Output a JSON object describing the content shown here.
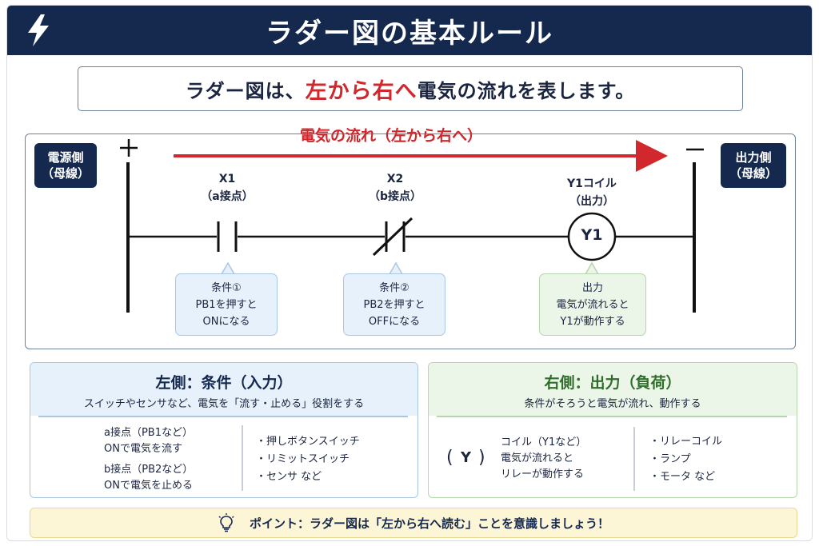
{
  "header": {
    "title": "ラダー図の基本ルール"
  },
  "lead": {
    "prefix": "ラダー図は、",
    "highlight": "左から右へ",
    "suffix": "電気の流れを表します。"
  },
  "diagram": {
    "flow_label": "電気の流れ（左から右へ）",
    "left_rail": {
      "name": "電源側",
      "sub": "（母線）",
      "sign": "+"
    },
    "right_rail": {
      "name": "出力側",
      "sub": "（母線）",
      "sign": "−"
    },
    "elements": [
      {
        "id": "X1",
        "type_label": "（a接点）",
        "bubble": [
          "条件①",
          "PB1を押すと",
          "ONになる"
        ]
      },
      {
        "id": "X2",
        "type_label": "（b接点）",
        "bubble": [
          "条件②",
          "PB2を押すと",
          "OFFになる"
        ]
      },
      {
        "id": "Y1コイル",
        "type_label": "（出力）",
        "symbol": "Y1",
        "bubble": [
          "出力",
          "電気が流れると",
          "Y1が動作する"
        ]
      }
    ]
  },
  "left_panel": {
    "title": "左側：条件（入力）",
    "subtitle": "スイッチやセンサなど、電気を「流す・止める」役割をする",
    "a_contact": {
      "line1": "a接点（PB1など）",
      "line2": "ONで電気を流す"
    },
    "b_contact": {
      "line1": "b接点（PB2など）",
      "line2": "ONで電気を止める"
    },
    "examples": [
      "・押しボタンスイッチ",
      "・リミットスイッチ",
      "・センサ など"
    ]
  },
  "right_panel": {
    "title": "右側：出力（負荷）",
    "subtitle": "条件がそろうと電気が流れ、動作する",
    "coil_symbol": "Y",
    "coil_desc": [
      "コイル（Y1など）",
      "電気が流れると",
      "リレーが動作する"
    ],
    "examples": [
      "・リレーコイル",
      "・ランプ",
      "・モータ など"
    ]
  },
  "point": {
    "text": "ポイント：ラダー図は「左から右へ読む」ことを意識しましょう！"
  },
  "colors": {
    "navy": "#15294f",
    "red": "#d0282c",
    "blue_bg": "#e6f1fb",
    "green_bg": "#ebf5e8",
    "point_bg": "#fdf6d6"
  },
  "icons": {
    "header": "lightning-bolt-icon",
    "point": "lightbulb-icon"
  }
}
